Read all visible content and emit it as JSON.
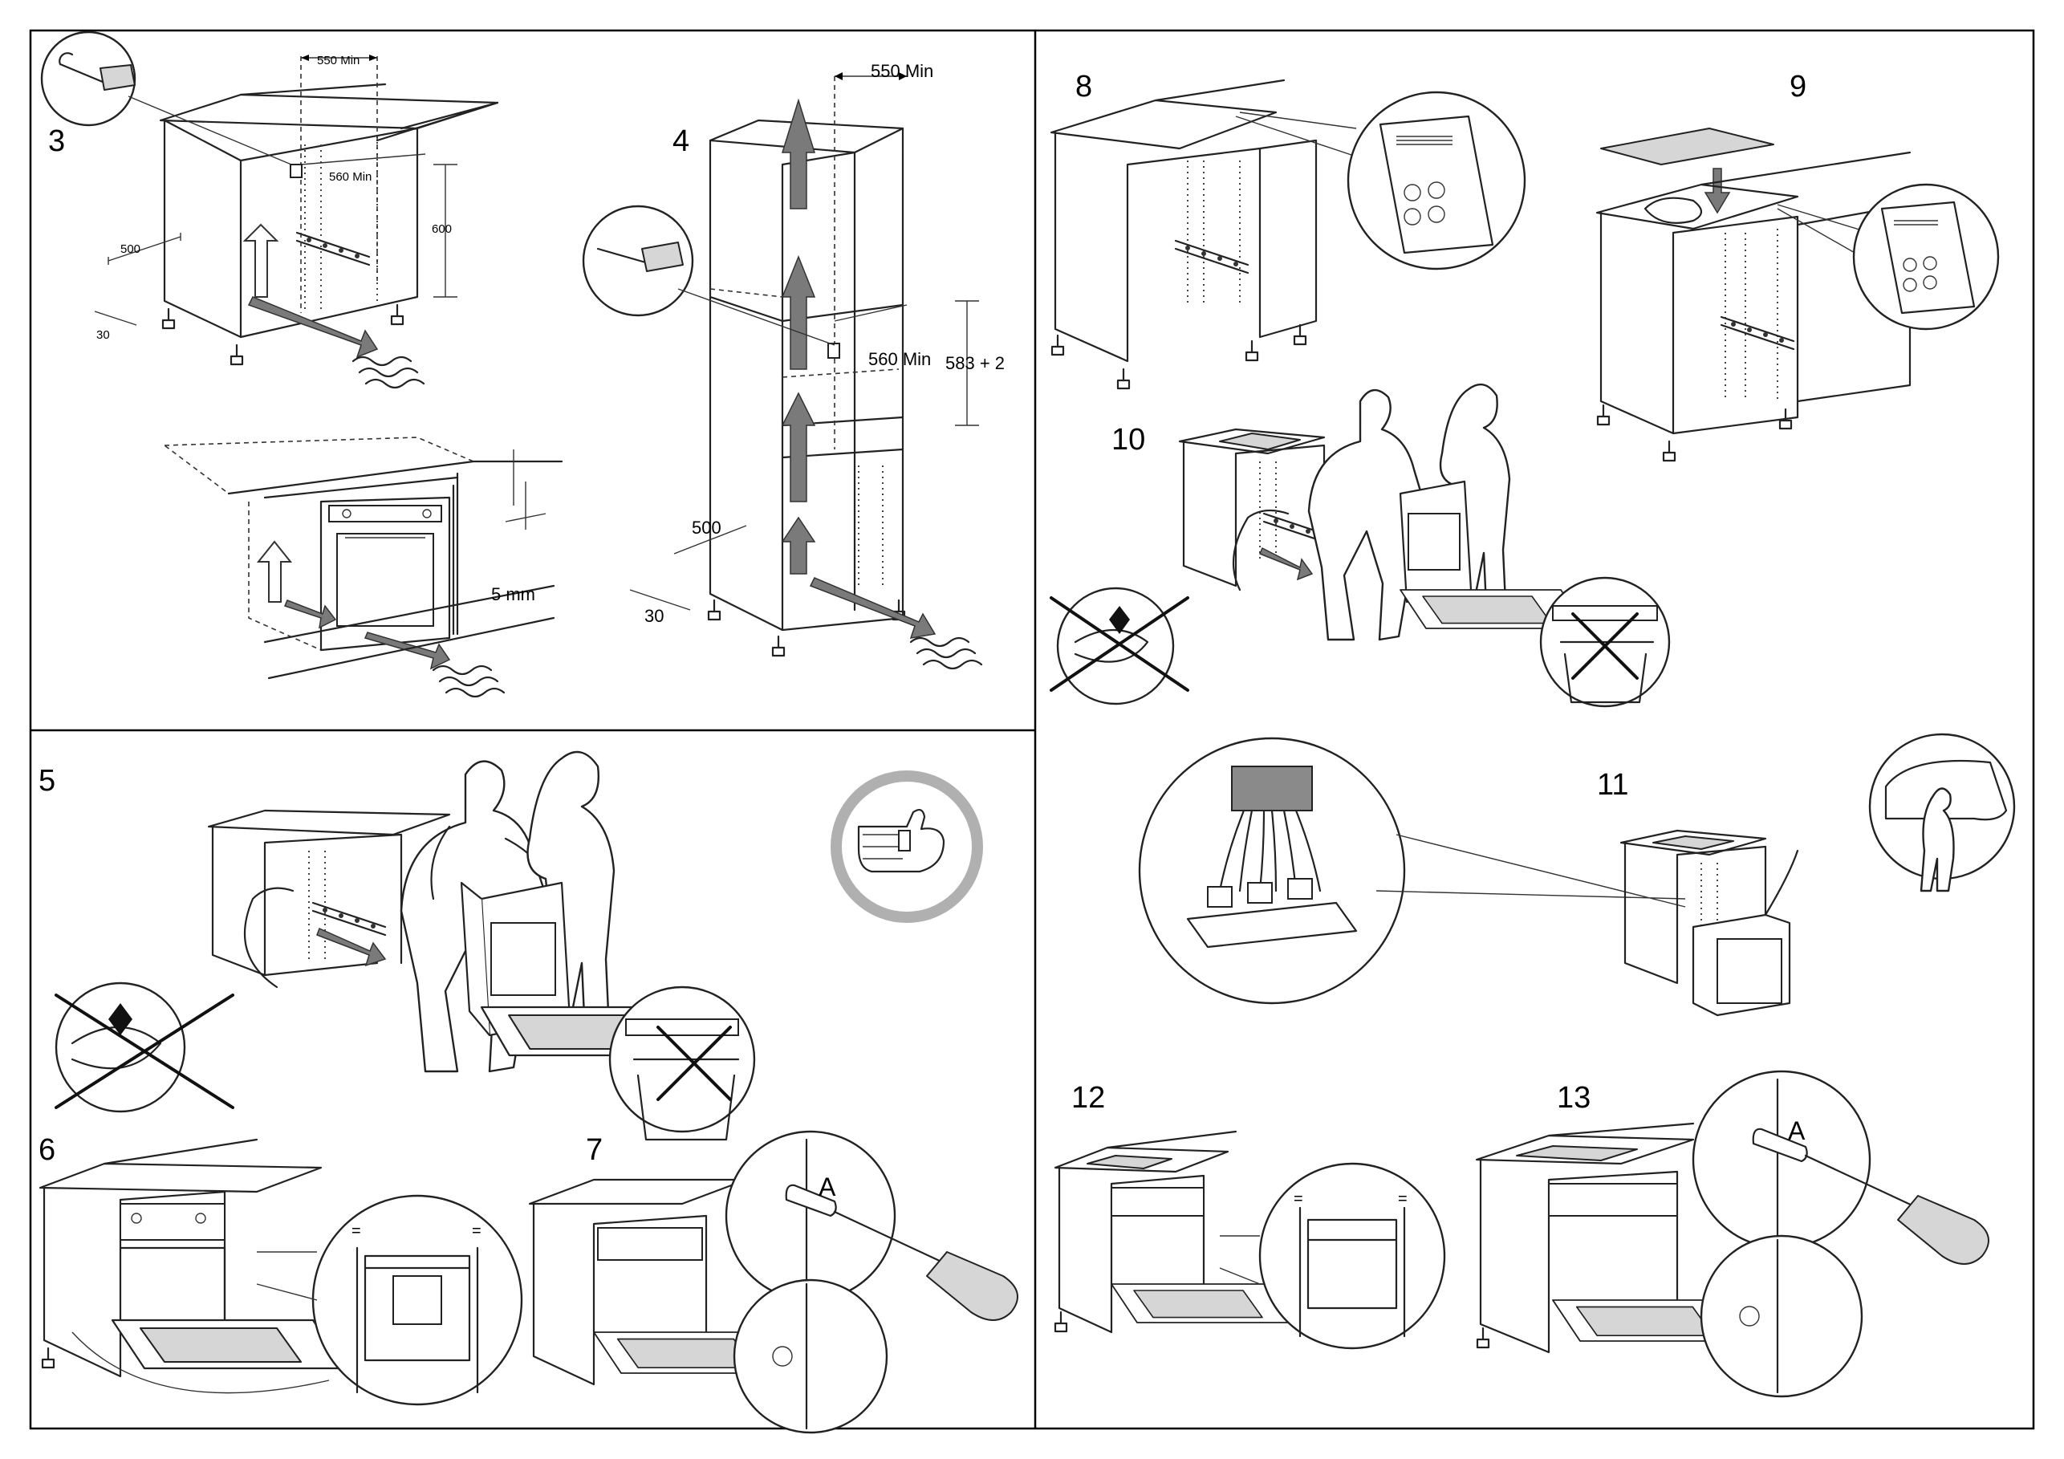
{
  "steps": {
    "s3": "3",
    "s4": "4",
    "s5": "5",
    "s6": "6",
    "s7": "7",
    "s8": "8",
    "s9": "9",
    "s10": "10",
    "s11": "11",
    "s12": "12",
    "s13": "13"
  },
  "dims3": {
    "w550": "550 Min",
    "w560": "560 Min",
    "h600": "600",
    "d500": "500",
    "d30": "30",
    "gap": "5 mm"
  },
  "dims4": {
    "w550": "550 Min",
    "w560": "560 Min",
    "h583": "583 + 2",
    "d500": "500",
    "d30": "30"
  },
  "labels": {
    "screwA7": "A",
    "screwA13": "A",
    "equal": "="
  }
}
